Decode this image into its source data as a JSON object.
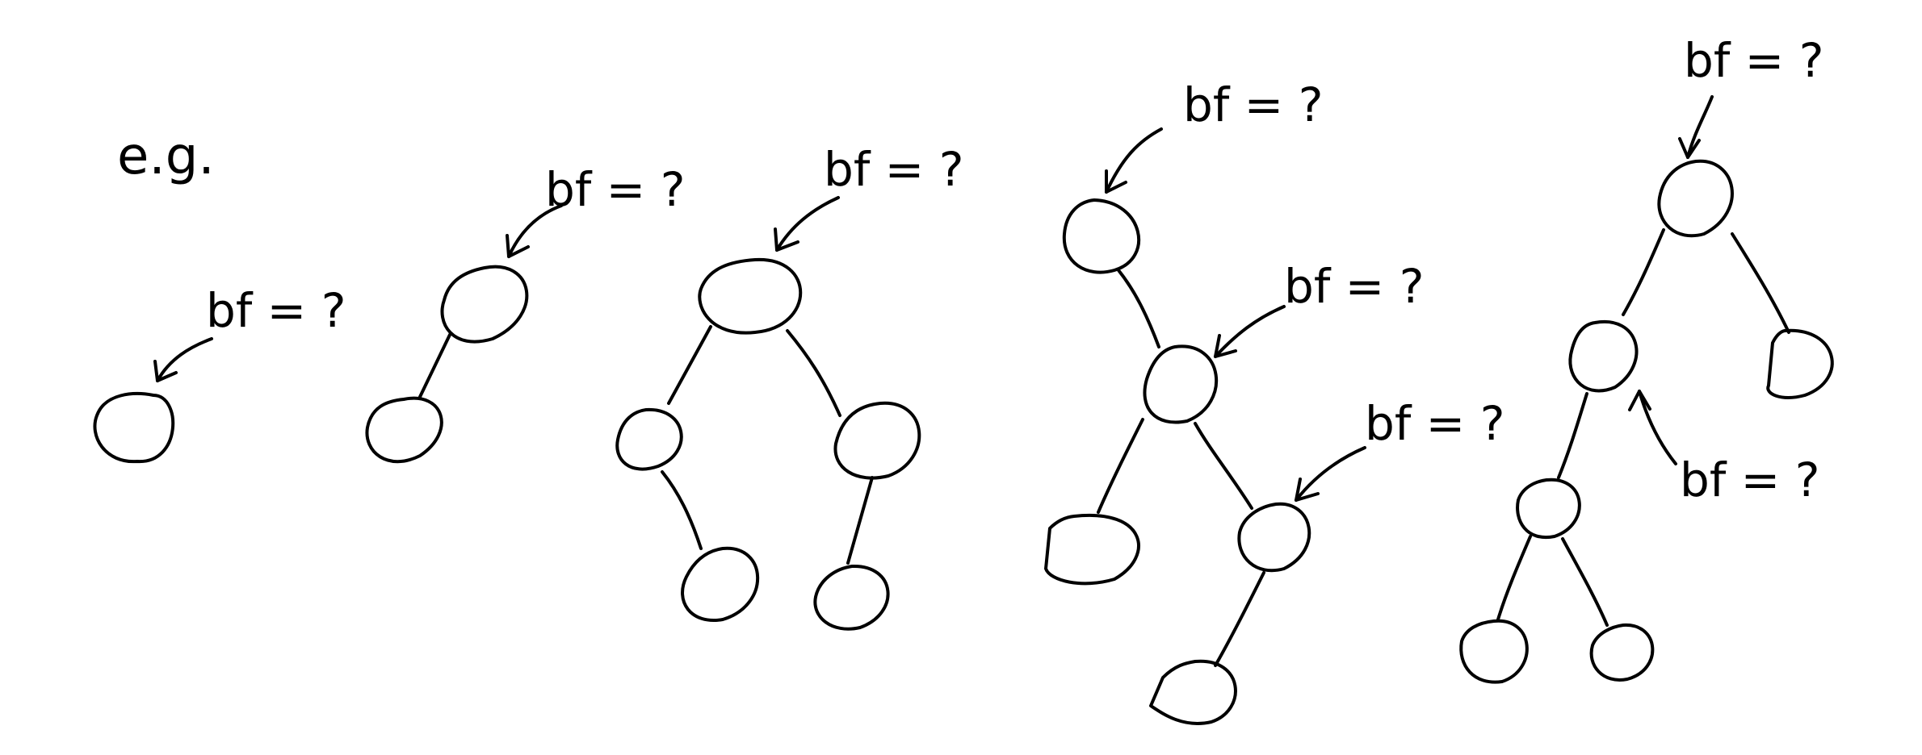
{
  "intro_label": "e.g.",
  "annotation_label": "bf = ?",
  "ink_color": "#000000",
  "background_color": "#ffffff",
  "trees": [
    {
      "node_count": 1,
      "annotation_count": 1
    },
    {
      "node_count": 2,
      "annotation_count": 1
    },
    {
      "node_count": 5,
      "annotation_count": 1
    },
    {
      "node_count": 5,
      "annotation_count": 3
    },
    {
      "node_count": 6,
      "annotation_count": 2
    }
  ]
}
